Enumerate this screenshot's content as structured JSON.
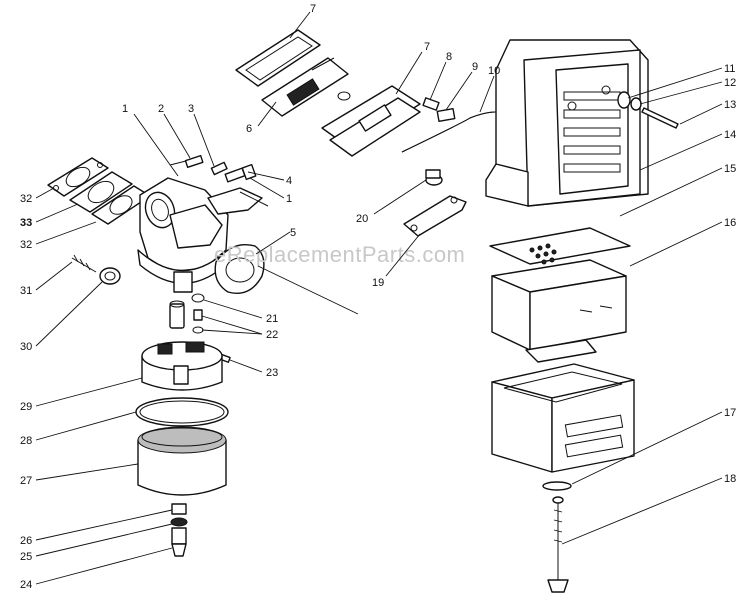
{
  "watermark": "eReplacementParts.com",
  "callouts": [
    "1",
    "2",
    "3",
    "1",
    "4",
    "5",
    "6",
    "7",
    "7",
    "8",
    "9",
    "10",
    "11",
    "12",
    "13",
    "14",
    "15",
    "16",
    "17",
    "18",
    "19",
    "20",
    "21",
    "22",
    "23",
    "24",
    "25",
    "26",
    "27",
    "28",
    "29",
    "30",
    "31",
    "32",
    "33",
    "32"
  ]
}
